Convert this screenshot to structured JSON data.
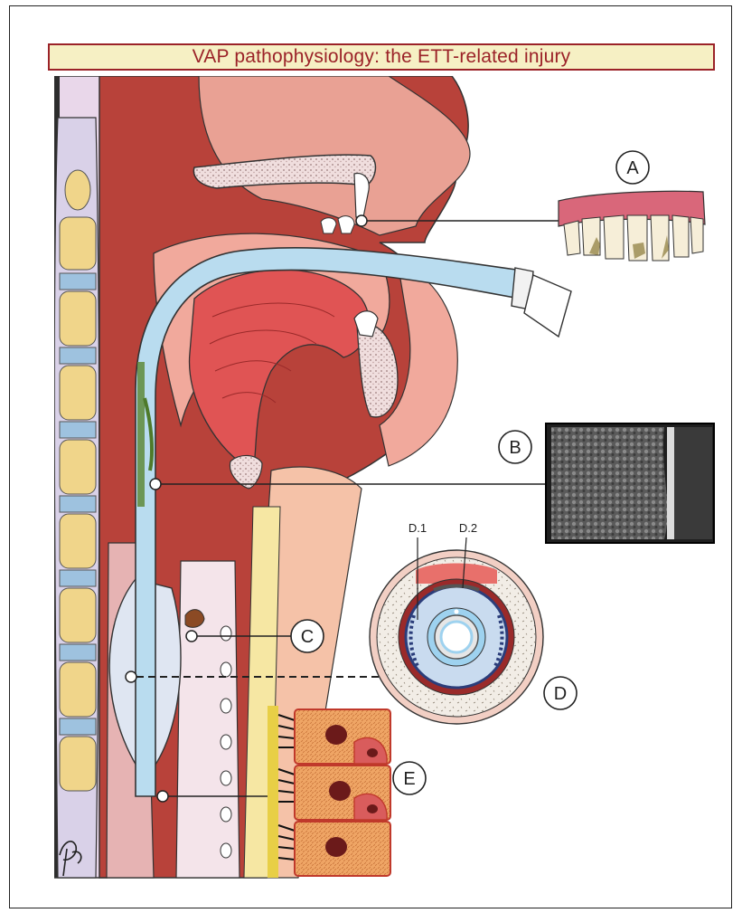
{
  "title": "VAP pathophysiology: the ETT-related injury",
  "callouts": {
    "a": "A",
    "b": "B",
    "c": "C",
    "d": "D",
    "d1": "D.1",
    "d2": "D.2",
    "e": "E"
  },
  "colors": {
    "title_border": "#9b2228",
    "title_background": "#f6f0c4",
    "tissue_dark": "#b8423a",
    "tissue_light": "#f1a99c",
    "tube": "#b9dcef",
    "spine_bone": "#f0d58a",
    "spine_disc": "#9ec2df"
  },
  "icons": [
    "signature-mark"
  ]
}
